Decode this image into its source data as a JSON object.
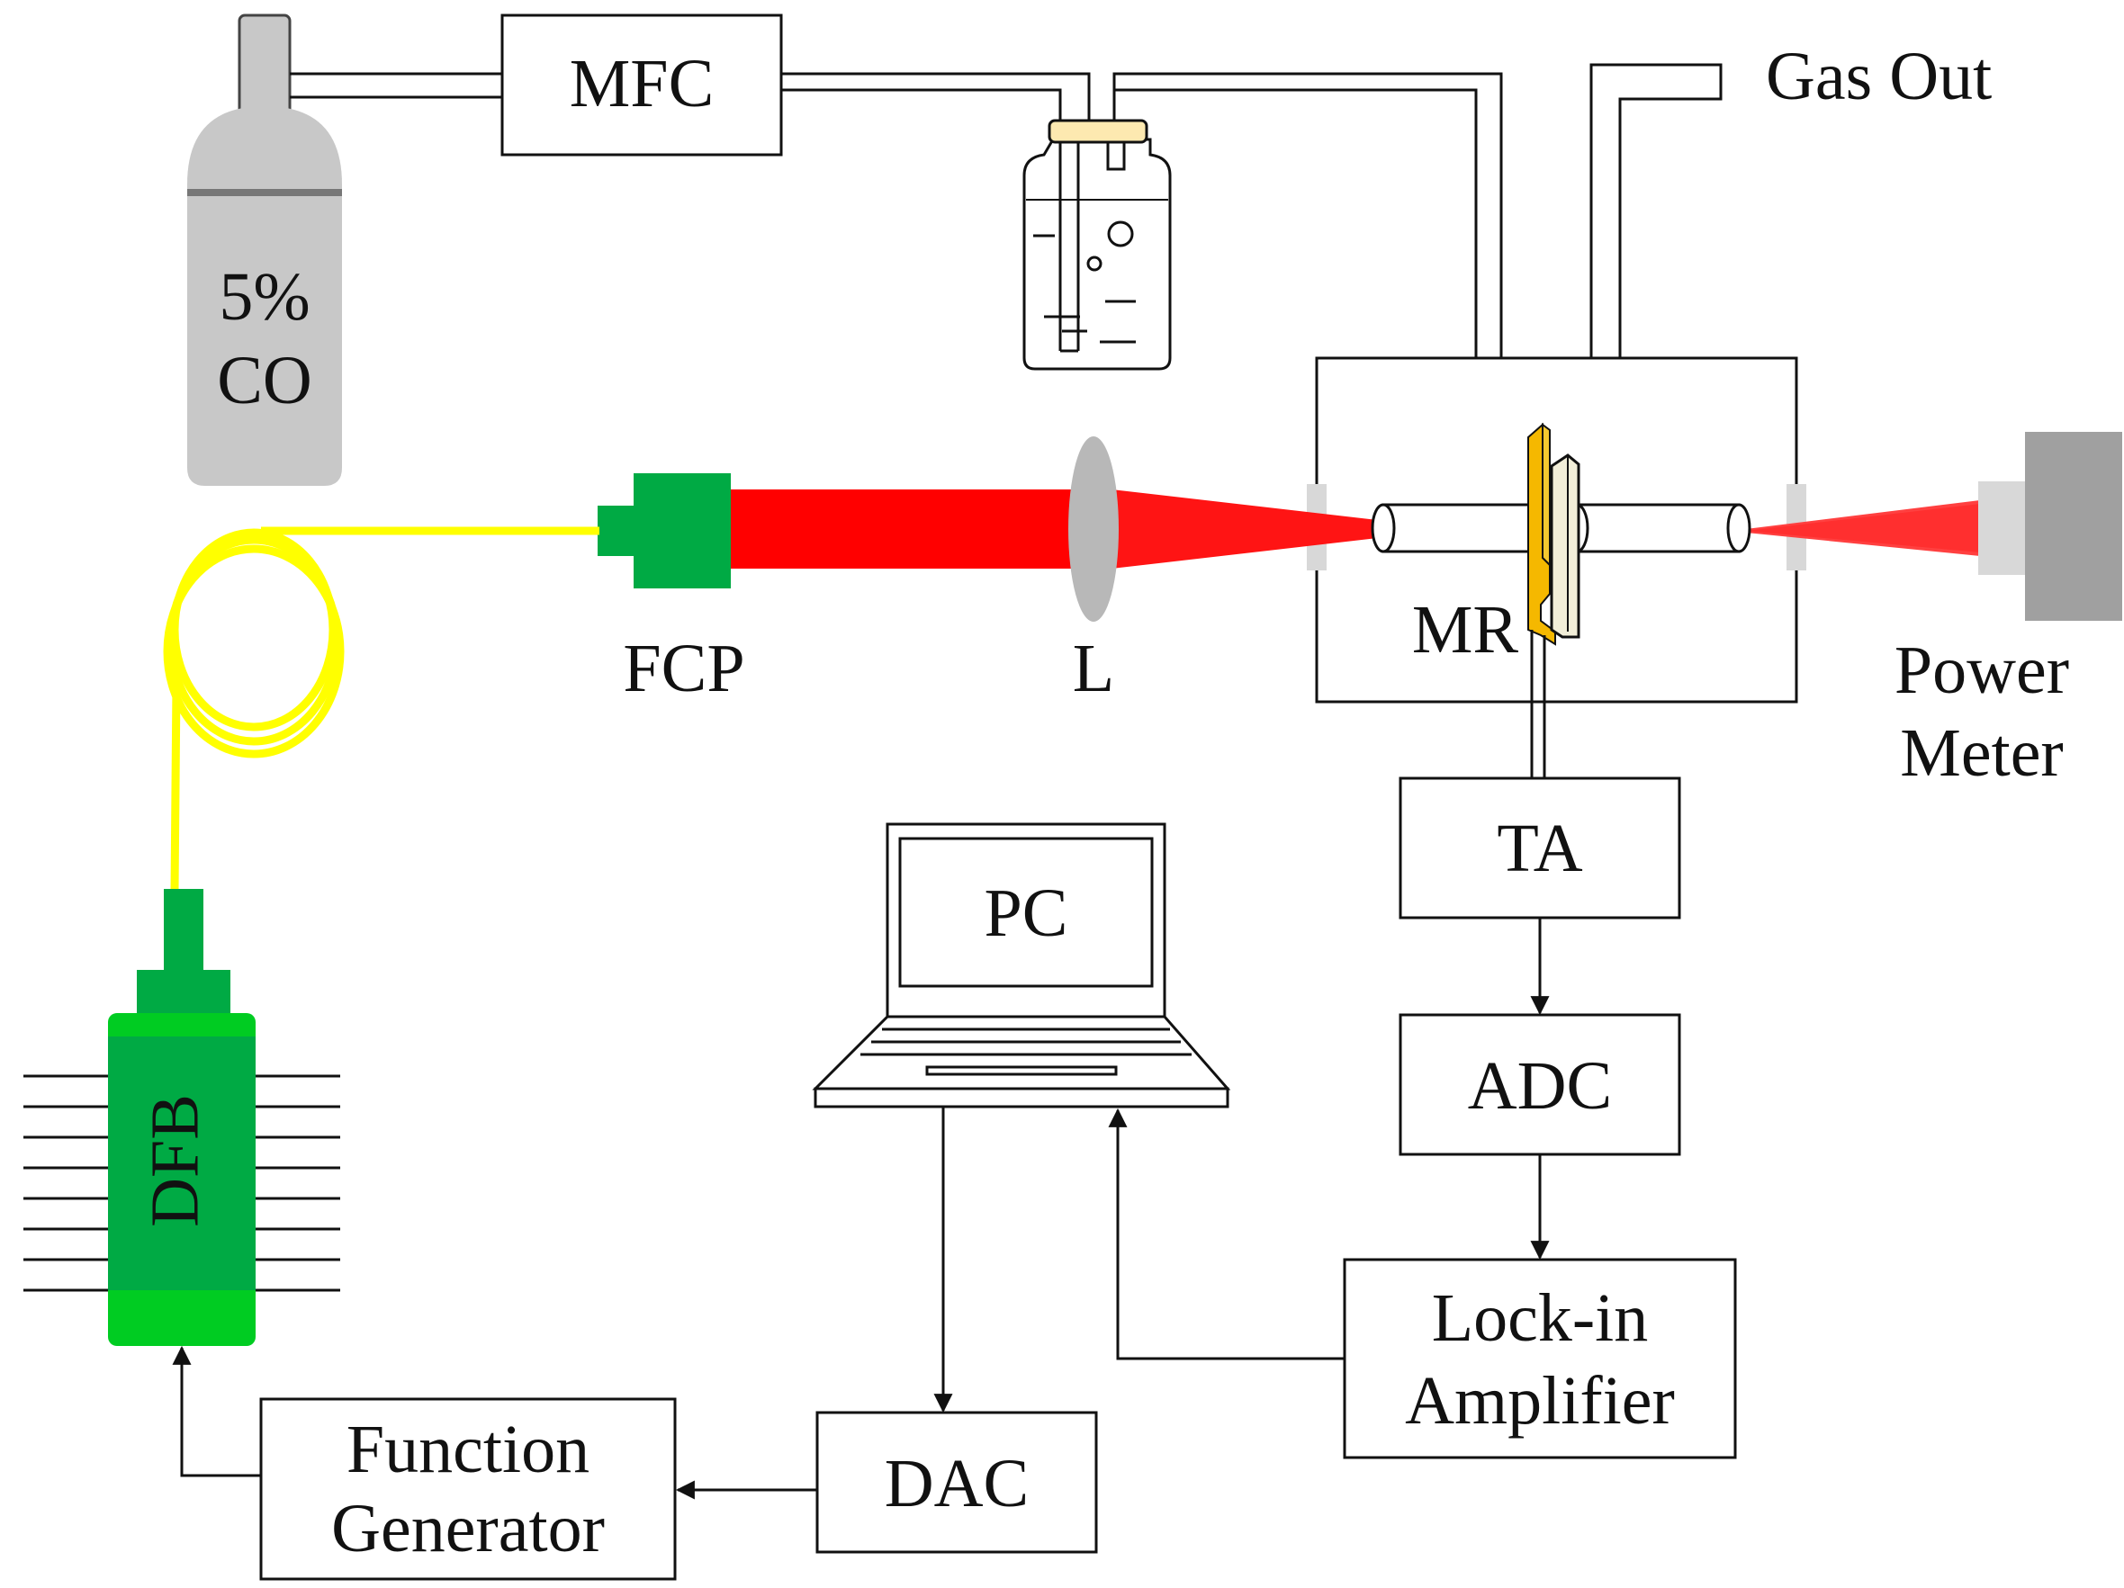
{
  "labels": {
    "cylinder_percent": "5%",
    "cylinder_gas": "CO",
    "mfc": "MFC",
    "gas_out": "Gas Out",
    "fcp": "FCP",
    "lens": "L",
    "mr": "MR",
    "power_meter_line1": "Power",
    "power_meter_line2": "Meter",
    "ta": "TA",
    "adc": "ADC",
    "pc": "PC",
    "lockin_line1": "Lock-in",
    "lockin_line2": "Amplifier",
    "dac": "DAC",
    "function_gen_line1": "Function",
    "function_gen_line2": "Generator",
    "dfb": "DFB"
  },
  "colors": {
    "laser_beam": "#ff0000",
    "fiber": "#ffff00",
    "laser_housing": "#00aa44",
    "laser_housing_light": "#00cc22",
    "cylinder": "#c8c8c8",
    "tuning_fork": "#f5b800",
    "bottle_cap": "#fde9b0",
    "power_meter": "#a0a0a0"
  }
}
